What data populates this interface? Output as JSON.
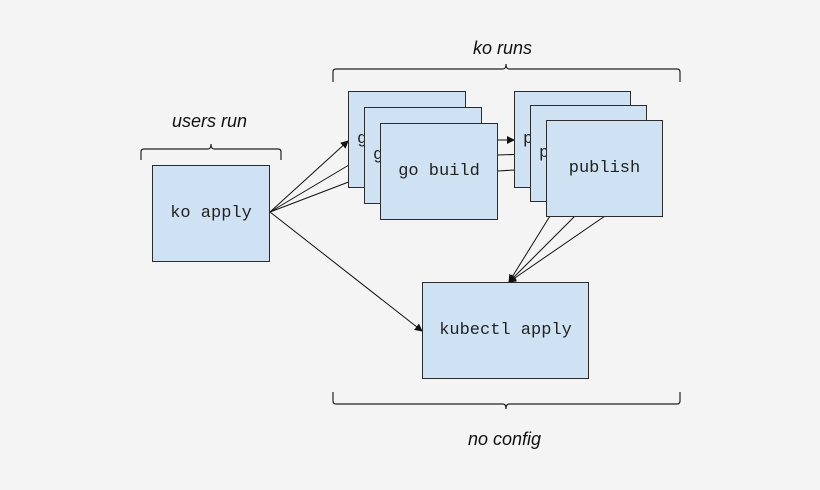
{
  "colors": {
    "background": "#f4f4f4",
    "box_fill": "#cfe2f3",
    "stroke": "#2b2b2b"
  },
  "labels": {
    "ko_runs": "ko runs",
    "users_run": "users run",
    "no_config": "no config"
  },
  "boxes": {
    "ko_apply": "ko apply",
    "go_build_back1": "g",
    "go_build_back2": "g",
    "go_build": "go build",
    "publish_back1": "p",
    "publish_back2": "p",
    "publish": "publish",
    "kubectl_apply": "kubectl apply"
  },
  "edges": [
    {
      "from": "ko apply",
      "to": "go build"
    },
    {
      "from": "ko apply",
      "to": "kubectl apply"
    },
    {
      "from": "go build",
      "to": "publish"
    },
    {
      "from": "publish",
      "to": "kubectl apply"
    }
  ]
}
